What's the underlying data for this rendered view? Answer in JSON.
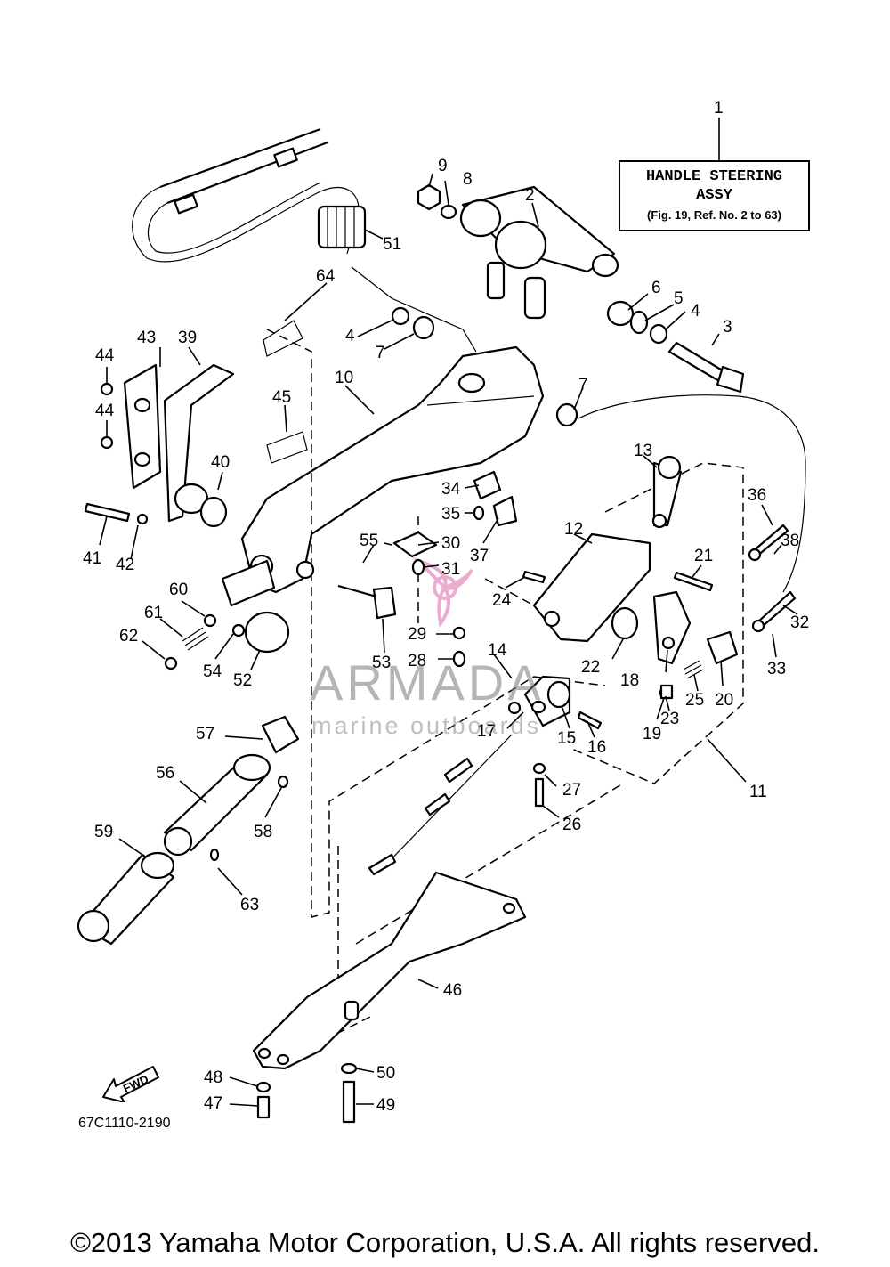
{
  "title_box": {
    "line1": "HANDLE STEERING",
    "line2": "ASSY",
    "reference": "(Fig. 19, Ref. No. 2 to 63)"
  },
  "catalog_code": "67C1110-2190",
  "fwd_label": "FWD",
  "watermark": {
    "title": "ARMADA",
    "subtitle": "marine outboards"
  },
  "copyright": "©2013 Yamaha Motor Corporation, U.S.A. All rights reserved.",
  "callouts": [
    "1",
    "2",
    "3",
    "4",
    "4",
    "5",
    "6",
    "7",
    "7",
    "8",
    "9",
    "10",
    "11",
    "12",
    "13",
    "14",
    "15",
    "16",
    "17",
    "18",
    "19",
    "20",
    "21",
    "22",
    "23",
    "24",
    "25",
    "26",
    "27",
    "28",
    "29",
    "30",
    "31",
    "32",
    "33",
    "34",
    "35",
    "36",
    "37",
    "38",
    "39",
    "40",
    "41",
    "42",
    "43",
    "44",
    "44",
    "45",
    "46",
    "47",
    "48",
    "49",
    "50",
    "51",
    "52",
    "53",
    "54",
    "55",
    "56",
    "57",
    "58",
    "59",
    "60",
    "61",
    "62",
    "63",
    "64"
  ]
}
